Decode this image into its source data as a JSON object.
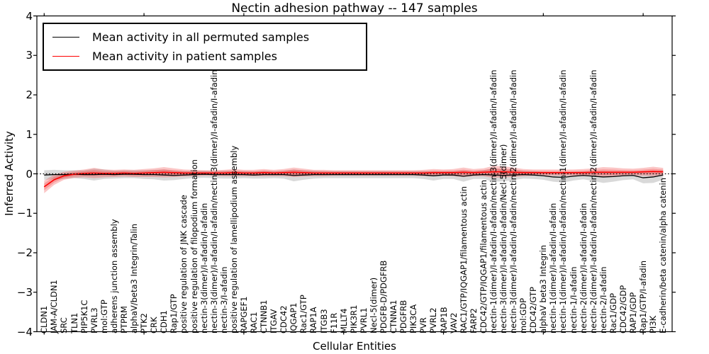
{
  "figure": {
    "background": "#ffffff"
  },
  "colors": {
    "permuted_line": "#000000",
    "patient_line": "#ff0000",
    "permuted_band": "rgba(128,128,128,0.30)",
    "patient_band": "rgba(240,50,50,0.28)",
    "axis": "#000000"
  },
  "chart_data": {
    "type": "line",
    "title": "Nectin adhesion pathway -- 147 samples",
    "xlabel": "Cellular Entities",
    "ylabel": "Inferred Activity",
    "ylim": [
      -4,
      4
    ],
    "yticks": [
      4,
      3,
      2,
      1,
      0,
      -1,
      -2,
      -3,
      -4
    ],
    "grid": false,
    "zero_line": true,
    "legend": {
      "position": "upper left",
      "entries": [
        {
          "label": "Mean activity in all permuted samples",
          "color": "#000000"
        },
        {
          "label": "Mean activity in patient samples",
          "color": "#ff0000"
        }
      ]
    },
    "categories": [
      "CLDN1",
      "JAM-A/CLDN1",
      "SRC",
      "TLN1",
      "PIP5K1C",
      "PVRL3",
      "mol:GTP",
      "adherens junction assembly",
      "PTPRM",
      "alphaV/beta3 Integrin/Talin",
      "PTK2",
      "CRK",
      "CDH1",
      "Rap1/GTP",
      "positive regulation of JNK cascade",
      "positive regulation of filopodium formation",
      "nectin-3(dimer)/I-afadin/I-afadin",
      "nectin-3(dimer)/I-afadin/I-afadin/nectin-3(dimer)/I-afadin/I-afadin",
      "nectin-3/I-afadin",
      "positive regulation of lamellipodium assembly",
      "RAPGEF1",
      "RAC1",
      "CTNNB1",
      "ITGAV",
      "CDC42",
      "IQGAP1",
      "Rac1/GTP",
      "RAP1A",
      "ITGB3",
      "F11R",
      "MLLT4",
      "PIK3R1",
      "PVRL1",
      "Necl-5(dimer)",
      "PDGFB-D/PDGFRB",
      "CTNNA1",
      "PDGFRB",
      "PIK3CA",
      "PVR",
      "PVRL2",
      "RAP1B",
      "VAV2",
      "RAC1/GTP/IQGAP1/filamentous actin",
      "FARP2",
      "CDC42/GTP/IQGAP1/filamentous actin",
      "nectin-1(dimer)/I-afadin/I-afadin/nectin-3(dimer)/I-afadin/I-afadin",
      "nectin-3(dimer)/I-afadin/I-afadin/Necl-5(dimer)",
      "nectin-3(dimer)/I-afadin/I-afadin/nectin-2(dimer)/I-afadin/I-afadin",
      "mol:GDP",
      "CDC42/GTP",
      "alphaV beta3 Integrin",
      "nectin-1(dimer)/I-afadin/I-afadin",
      "nectin-1(dimer)/I-afadin/I-afadin/nectin-1(dimer)/I-afadin/I-afadin",
      "nectin-1/I-afadin",
      "nectin-2(dimer)/I-afadin/I-afadin",
      "nectin-2(dimer)/I-afadin/I-afadin/nectin-2(dimer)/I-afadin/I-afadin",
      "nectin-2/I-afadin",
      "Rac1/GDP",
      "CDC42/GDP",
      "RAP1/GDP",
      "Rap1/GTP/I-afadin",
      "PI3K",
      "E-cadherin/beta catenin/alpha catenin"
    ],
    "series": [
      {
        "name": "Mean activity in all permuted samples",
        "color": "#000000",
        "values": [
          -0.03,
          -0.02,
          -0.02,
          -0.01,
          -0.02,
          -0.02,
          -0.01,
          -0.02,
          -0.01,
          -0.01,
          -0.02,
          -0.02,
          -0.03,
          -0.04,
          -0.03,
          -0.02,
          -0.01,
          -0.02,
          -0.02,
          -0.02,
          -0.02,
          -0.03,
          -0.02,
          -0.02,
          -0.02,
          -0.04,
          -0.03,
          -0.02,
          -0.02,
          -0.02,
          -0.02,
          -0.02,
          -0.02,
          -0.02,
          -0.02,
          -0.02,
          -0.02,
          -0.02,
          -0.03,
          -0.05,
          -0.03,
          -0.03,
          -0.06,
          -0.03,
          -0.02,
          -0.03,
          -0.04,
          -0.03,
          -0.02,
          -0.03,
          -0.05,
          -0.08,
          -0.09,
          -0.06,
          -0.04,
          -0.06,
          -0.08,
          -0.07,
          -0.05,
          -0.04,
          -0.1,
          -0.08,
          -0.03
        ],
        "band_halfwidth": [
          0.12,
          0.12,
          0.11,
          0.1,
          0.11,
          0.15,
          0.12,
          0.1,
          0.1,
          0.1,
          0.11,
          0.12,
          0.14,
          0.12,
          0.1,
          0.09,
          0.09,
          0.09,
          0.1,
          0.1,
          0.09,
          0.09,
          0.1,
          0.09,
          0.1,
          0.15,
          0.12,
          0.1,
          0.09,
          0.09,
          0.09,
          0.09,
          0.09,
          0.09,
          0.09,
          0.09,
          0.09,
          0.09,
          0.1,
          0.12,
          0.1,
          0.1,
          0.14,
          0.1,
          0.11,
          0.17,
          0.15,
          0.13,
          0.1,
          0.1,
          0.1,
          0.12,
          0.13,
          0.11,
          0.1,
          0.12,
          0.15,
          0.13,
          0.11,
          0.1,
          0.14,
          0.15,
          0.12
        ]
      },
      {
        "name": "Mean activity in patient samples",
        "color": "#ff0000",
        "values": [
          -0.33,
          -0.15,
          -0.05,
          -0.01,
          0.01,
          0.02,
          0.01,
          0.01,
          0.02,
          0.01,
          0.02,
          0.03,
          0.04,
          0.03,
          0.02,
          0.02,
          0.02,
          0.02,
          0.02,
          0.03,
          0.02,
          0.02,
          0.03,
          0.02,
          0.03,
          0.04,
          0.03,
          0.02,
          0.02,
          0.02,
          0.02,
          0.02,
          0.02,
          0.02,
          0.02,
          0.02,
          0.02,
          0.02,
          0.02,
          0.03,
          0.03,
          0.03,
          0.04,
          0.03,
          0.04,
          0.05,
          0.05,
          0.04,
          0.03,
          0.03,
          0.03,
          0.03,
          0.03,
          0.03,
          0.03,
          0.04,
          0.04,
          0.04,
          0.04,
          0.04,
          0.05,
          0.06,
          0.05
        ],
        "band_halfwidth": [
          0.16,
          0.13,
          0.1,
          0.09,
          0.1,
          0.13,
          0.1,
          0.09,
          0.09,
          0.09,
          0.1,
          0.11,
          0.13,
          0.11,
          0.09,
          0.08,
          0.07,
          0.07,
          0.08,
          0.09,
          0.08,
          0.08,
          0.09,
          0.08,
          0.09,
          0.12,
          0.1,
          0.08,
          0.08,
          0.07,
          0.07,
          0.07,
          0.07,
          0.07,
          0.07,
          0.07,
          0.07,
          0.07,
          0.08,
          0.09,
          0.08,
          0.09,
          0.12,
          0.09,
          0.1,
          0.15,
          0.14,
          0.12,
          0.09,
          0.08,
          0.08,
          0.08,
          0.08,
          0.08,
          0.09,
          0.1,
          0.13,
          0.12,
          0.1,
          0.09,
          0.1,
          0.12,
          0.1
        ]
      }
    ]
  }
}
